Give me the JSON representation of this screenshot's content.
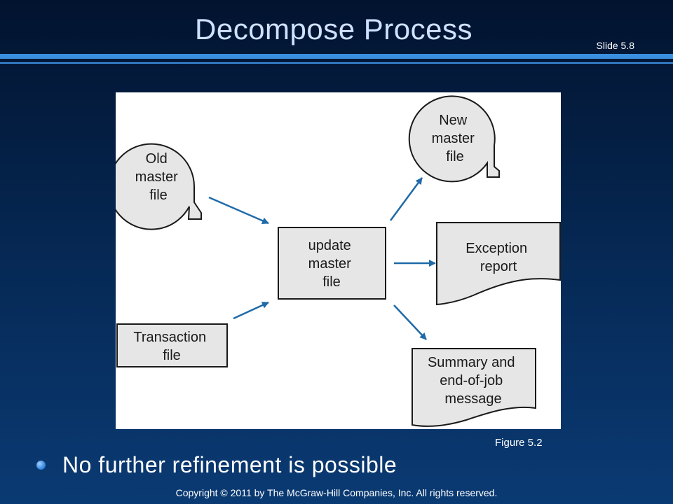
{
  "slide": {
    "title": "Decompose Process",
    "slide_number": "Slide 5.8",
    "figure_caption": "Figure 5.2",
    "bullet": "No further refinement is possible",
    "copyright": "Copyright © 2011 by The McGraw-Hill Companies, Inc.  All rights reserved."
  },
  "colors": {
    "accent": "#3a8fe0",
    "node_fill": "#e6e6e6",
    "arrow": "#1f6aa8"
  },
  "diagram": {
    "nodes": {
      "old_master": {
        "shape": "stored-data",
        "lines": [
          "Old",
          "master",
          "file"
        ]
      },
      "transaction": {
        "shape": "rectangle",
        "lines": [
          "Transaction",
          "file"
        ]
      },
      "update": {
        "shape": "rectangle",
        "lines": [
          "update",
          "master",
          "file"
        ]
      },
      "new_master": {
        "shape": "stored-data",
        "lines": [
          "New",
          "master",
          "file"
        ]
      },
      "exception": {
        "shape": "document",
        "lines": [
          "Exception",
          "report"
        ]
      },
      "summary": {
        "shape": "document",
        "lines": [
          "Summary and",
          "end-of-job",
          "message"
        ]
      }
    },
    "edges": [
      {
        "from": "old_master",
        "to": "update"
      },
      {
        "from": "transaction",
        "to": "update"
      },
      {
        "from": "update",
        "to": "new_master"
      },
      {
        "from": "update",
        "to": "exception"
      },
      {
        "from": "update",
        "to": "summary"
      }
    ]
  }
}
